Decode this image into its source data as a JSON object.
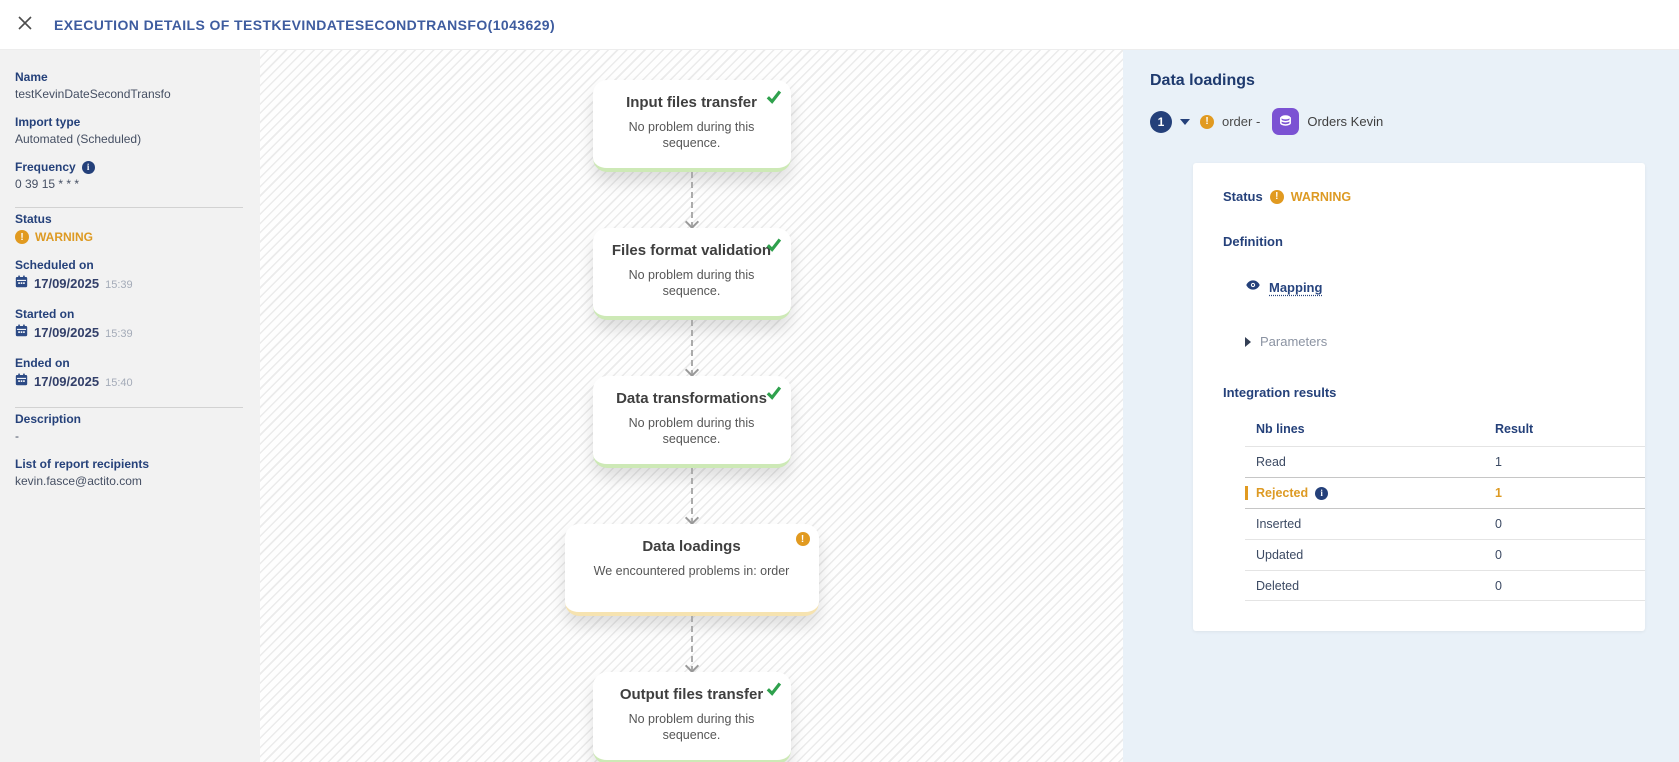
{
  "header": {
    "title": "EXECUTION DETAILS OF TESTKEVINDATESECONDTRANSFO(1043629)"
  },
  "sidebar": {
    "fields": [
      {
        "label": "Name",
        "value": "testKevinDateSecondTransfo"
      },
      {
        "label": "Import type",
        "value": "Automated (Scheduled)"
      },
      {
        "label": "Frequency",
        "value": "0 39 15 * * *"
      }
    ],
    "status_label": "Status",
    "status_value": "WARNING",
    "dates": [
      {
        "label": "Scheduled on",
        "date": "17/09/2025",
        "time": "15:39"
      },
      {
        "label": "Started on",
        "date": "17/09/2025",
        "time": "15:39"
      },
      {
        "label": "Ended on",
        "date": "17/09/2025",
        "time": "15:40"
      }
    ],
    "description_label": "Description",
    "description_value": "-",
    "recipients_label": "List of report recipients",
    "recipients_value": "kevin.fasce@actito.com"
  },
  "flow": {
    "steps": [
      {
        "title": "Input files transfer",
        "message": "No problem during this sequence.",
        "status": "success"
      },
      {
        "title": "Files format validation",
        "message": "No problem during this sequence.",
        "status": "success"
      },
      {
        "title": "Data transformations",
        "message": "No problem during this sequence.",
        "status": "success"
      },
      {
        "title": "Data loadings",
        "message": "We encountered problems in: order",
        "status": "warning"
      },
      {
        "title": "Output files transfer",
        "message": "No problem during this sequence.",
        "status": "success"
      }
    ]
  },
  "panel": {
    "title": "Data loadings",
    "selector": {
      "index": "1",
      "name": "order",
      "separator": "-",
      "table": "Orders Kevin"
    },
    "status_label": "Status",
    "status_value": "WARNING",
    "definition_label": "Definition",
    "mapping_label": "Mapping",
    "parameters_label": "Parameters",
    "results_label": "Integration results",
    "table": {
      "columns": [
        "Nb lines",
        "Result"
      ],
      "rows": [
        {
          "label": "Read",
          "value": "1"
        },
        {
          "label": "Rejected",
          "value": "1"
        },
        {
          "label": "Inserted",
          "value": "0"
        },
        {
          "label": "Updated",
          "value": "0"
        },
        {
          "label": "Deleted",
          "value": "0"
        }
      ]
    }
  },
  "colors": {
    "navy": "#24407a",
    "header_blue": "#3e5c9f",
    "warning_orange": "#e19a20",
    "success_green": "#2fa14d",
    "purple": "#7b52d3",
    "panel_bg": "#e9f1f8",
    "sidebar_bg": "#f2f2f2"
  }
}
